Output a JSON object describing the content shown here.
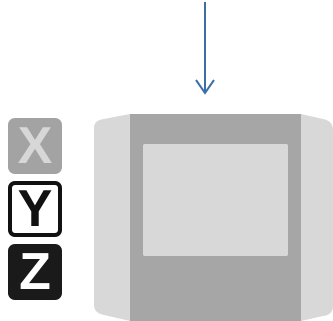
{
  "axis_labels": {
    "x": "X",
    "y": "Y",
    "z": "Z"
  },
  "icons": {
    "arrow": "down-arrow-icon",
    "device": "device-body-icon"
  },
  "colors": {
    "arrow": "#3f6ea6",
    "device_side": "#d8d8d8",
    "device_body": "#a6a6a6",
    "device_screen": "#d8d8d8",
    "x_box": "#a3a3a3",
    "y_box_border": "#111111",
    "z_box": "#1a1a1a"
  }
}
